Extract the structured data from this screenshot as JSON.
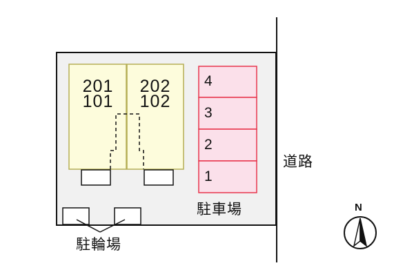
{
  "building": {
    "left_unit": {
      "upper": "201",
      "lower": "101"
    },
    "right_unit": {
      "upper": "202",
      "lower": "102"
    }
  },
  "parking": {
    "label": "駐車場",
    "spaces": [
      "4",
      "3",
      "2",
      "1"
    ]
  },
  "bicycle_parking": {
    "label": "駐輪場"
  },
  "road": {
    "label": "道路"
  },
  "compass": {
    "label": "N"
  },
  "colors": {
    "building_fill": "#fdfcdc",
    "building_stroke": "#b5ae55",
    "parking_fill": "#fbe0ea",
    "parking_stroke": "#e8334a",
    "site_fill": "#f1f1f1",
    "outline": "#111111"
  }
}
